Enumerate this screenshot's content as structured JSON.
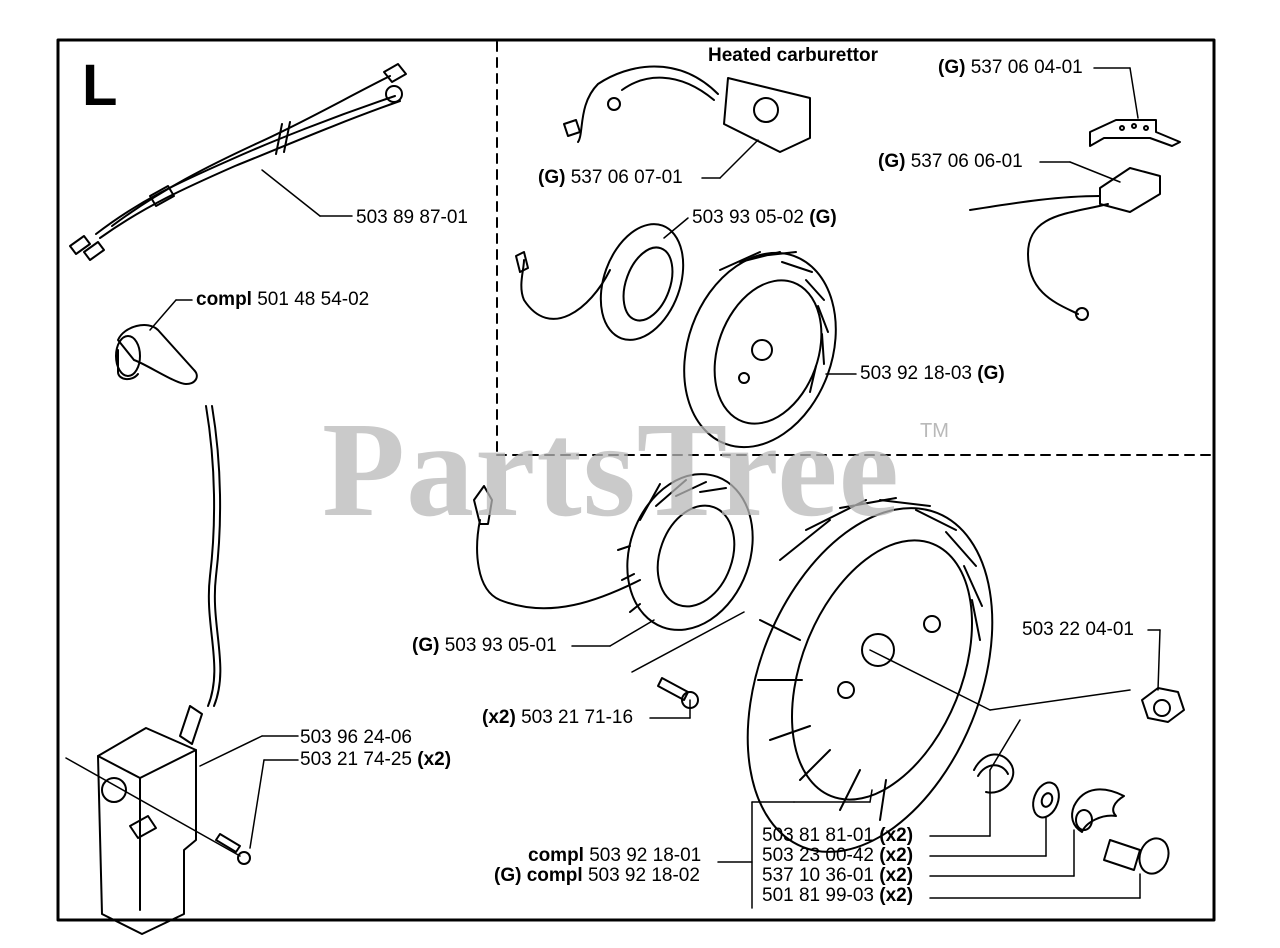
{
  "section_letter": "L",
  "watermark": {
    "text": "PartsTree",
    "tm": "TM"
  },
  "heated_carb_title": "Heated carburettor",
  "labels": {
    "wire_harness": "503 89 87-01",
    "spark_cap_prefix": "compl",
    "spark_cap_num": "501 48 54-02",
    "carb_heater_prefix": "(G)",
    "carb_heater_num": "537 06 07-01",
    "bracket_prefix": "(G)",
    "bracket_num": "537 06 04-01",
    "thermostat_prefix": "(G)",
    "thermostat_num": "537 06 06-01",
    "gen_heated_num": "503 93 05-02",
    "gen_heated_suffix": "(G)",
    "flywheel_heated_num": "503 92 18-03",
    "flywheel_heated_suffix": "(G)",
    "generator_prefix": "(G)",
    "generator_num": "503 93 05-01",
    "screw_prefix": "(x2)",
    "screw_num": "503 21 71-16",
    "ignition_module": "503 96 24-06",
    "ignition_screw_num": "503 21 74-25",
    "ignition_screw_suffix": "(x2)",
    "nut": "503 22 04-01",
    "flywheel_prefix": "compl",
    "flywheel_num": "503 92 18-01",
    "flywheel_g_prefix": "(G) compl",
    "flywheel_g_num": "503 92 18-02",
    "spring_num": "503 81 81-01",
    "spring_suffix": "(x2)",
    "washer_num": "503 23 00-42",
    "washer_suffix": "(x2)",
    "pawl_num": "537 10 36-01",
    "pawl_suffix": "(x2)",
    "pin_num": "501 81 99-03",
    "pin_suffix": "(x2)"
  }
}
